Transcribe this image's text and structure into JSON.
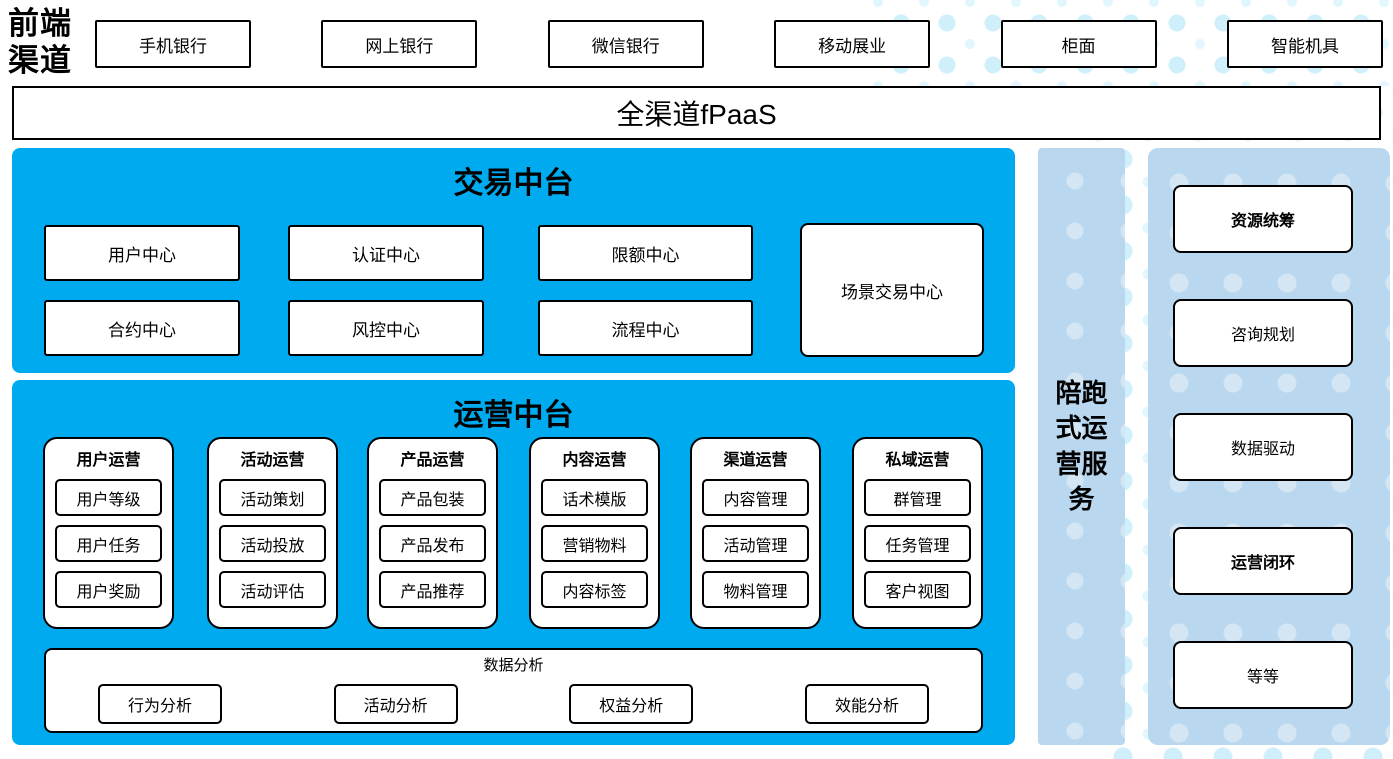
{
  "front_channels": {
    "label": "前端渠道",
    "items": [
      {
        "label": "手机银行"
      },
      {
        "label": "网上银行"
      },
      {
        "label": "微信银行"
      },
      {
        "label": "移动展业"
      },
      {
        "label": "柜面"
      },
      {
        "label": "智能机具"
      }
    ]
  },
  "fpaas": {
    "label": "全渠道fPaaS"
  },
  "transaction": {
    "title": "交易中台",
    "boxes": [
      "用户中心",
      "认证中心",
      "限额中心",
      "合约中心",
      "风控中心",
      "流程中心"
    ],
    "scene_box": "场景交易中心"
  },
  "operations": {
    "title": "运营中台",
    "groups": [
      {
        "header": "用户运营",
        "items": [
          "用户等级",
          "用户任务",
          "用户奖励"
        ]
      },
      {
        "header": "活动运营",
        "items": [
          "活动策划",
          "活动投放",
          "活动评估"
        ]
      },
      {
        "header": "产品运营",
        "items": [
          "产品包装",
          "产品发布",
          "产品推荐"
        ]
      },
      {
        "header": "内容运营",
        "items": [
          "话术模版",
          "营销物料",
          "内容标签"
        ]
      },
      {
        "header": "渠道运营",
        "items": [
          "内容管理",
          "活动管理",
          "物料管理"
        ]
      },
      {
        "header": "私域运营",
        "items": [
          "群管理",
          "任务管理",
          "客户视图"
        ]
      }
    ],
    "analysis": {
      "title": "数据分析",
      "items": [
        "行为分析",
        "活动分析",
        "权益分析",
        "效能分析"
      ]
    }
  },
  "companion_bar": {
    "label": "陪跑式运营服务"
  },
  "right_panel": {
    "items": [
      {
        "label": "资源统筹",
        "bold": true
      },
      {
        "label": "咨询规划",
        "bold": false
      },
      {
        "label": "数据驱动",
        "bold": false
      },
      {
        "label": "运营闭环",
        "bold": true
      },
      {
        "label": "等等",
        "bold": false
      }
    ]
  },
  "colors": {
    "primary_blue": "#00aaef",
    "light_blue": "#b9d7ee",
    "dot_cyan": "#cfeffb",
    "border": "#000000"
  }
}
